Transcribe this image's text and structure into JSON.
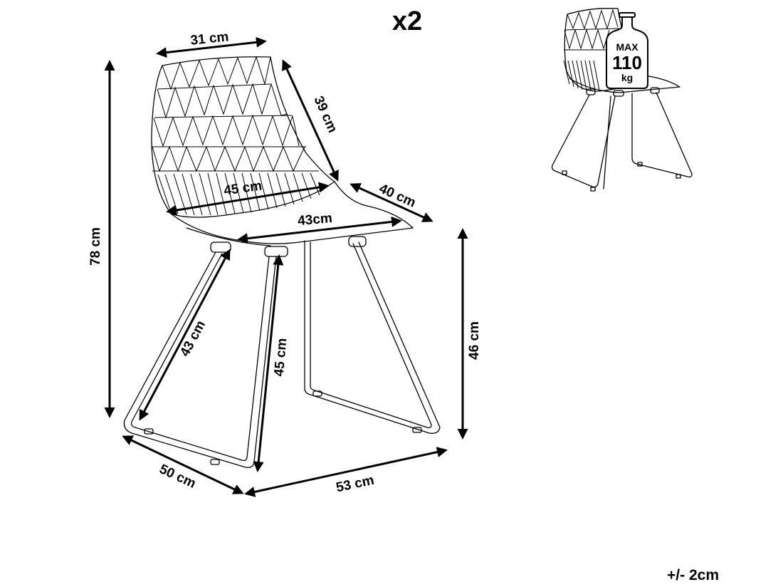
{
  "quantity_label": "x2",
  "tolerance_label": "+/- 2cm",
  "max_load": {
    "line1": "MAX",
    "line2": "110",
    "line3": "kg"
  },
  "dimensions": {
    "back_width": "31 cm",
    "back_height": "39 cm",
    "seat_width": "45 cm",
    "seat_depth_side": "40 cm",
    "seat_inner_width": "43cm",
    "total_height": "78 cm",
    "seat_height": "46 cm",
    "leg_front": "43 cm",
    "leg_front_inner": "45 cm",
    "base_depth": "50 cm",
    "base_width": "53 cm"
  },
  "colors": {
    "line": "#000000",
    "background": "#ffffff"
  }
}
